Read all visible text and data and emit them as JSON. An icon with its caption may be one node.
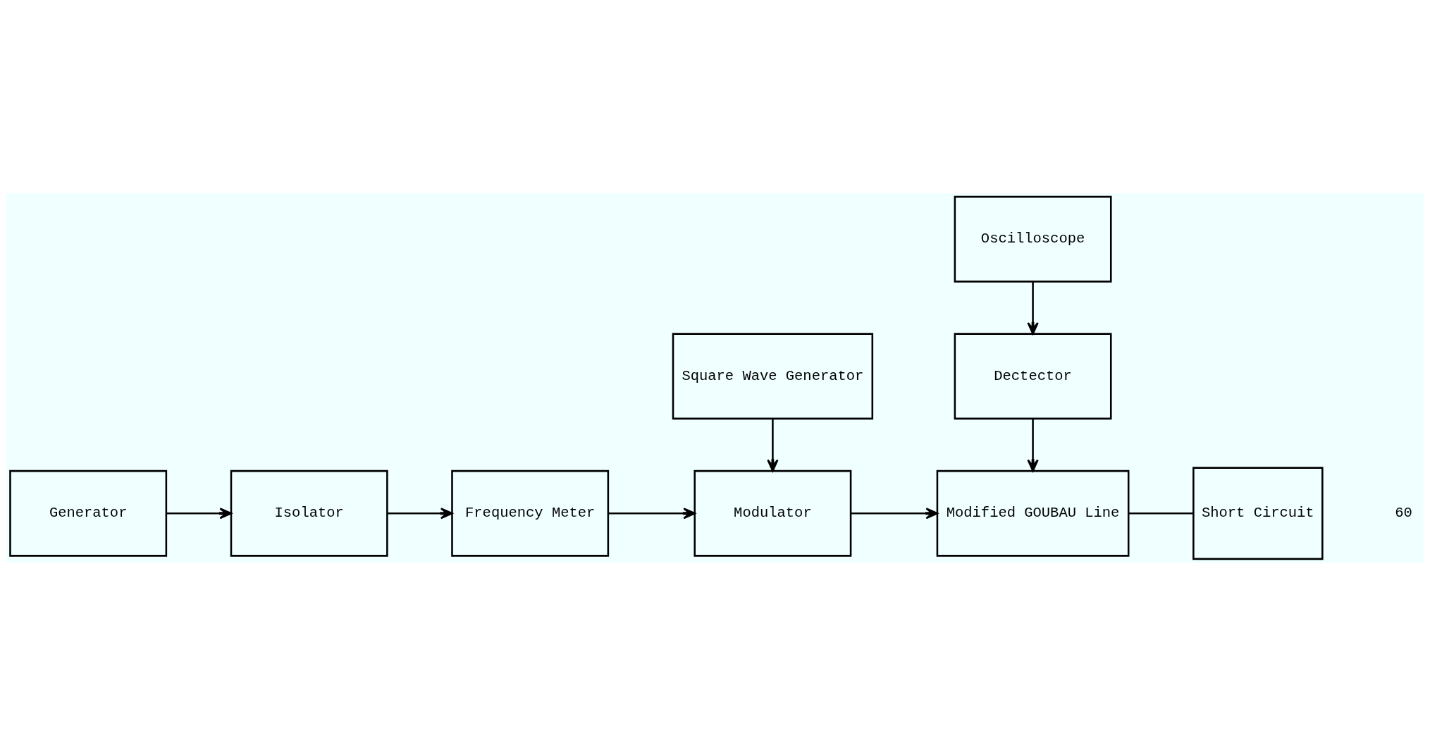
{
  "diagram": {
    "nodes": [
      {
        "text": [
          "Generator"
        ]
      },
      {
        "text": [
          "Isolator"
        ]
      },
      {
        "text": [
          "Frequency Meter"
        ]
      },
      {
        "text": [
          "Square Wave Generator"
        ]
      },
      {
        "text": [
          "Modulator"
        ]
      },
      {
        "text": [
          "Modified GOUBAU Line"
        ]
      },
      {
        "text": [
          "Short Circuit"
        ]
      },
      {
        "text": [
          "Dectector"
        ]
      },
      {
        "text": [
          "Oscilloscope"
        ]
      }
    ],
    "edges": [
      {
        "from": 0,
        "to": 1,
        "arrow": "to"
      },
      {
        "from": 1,
        "to": 2,
        "arrow": "to"
      },
      {
        "from": 2,
        "to": 4,
        "arrow": "to"
      },
      {
        "from": 3,
        "to": 4,
        "arrow": "to"
      },
      {
        "from": 4,
        "to": 5,
        "arrow": "to"
      },
      {
        "from": 5,
        "to": 6,
        "arrow": "none"
      },
      {
        "from": 7,
        "to": 5,
        "arrow": "to"
      },
      {
        "from": 8,
        "to": 7,
        "arrow": "to"
      }
    ],
    "labels": [
      "60"
    ]
  }
}
